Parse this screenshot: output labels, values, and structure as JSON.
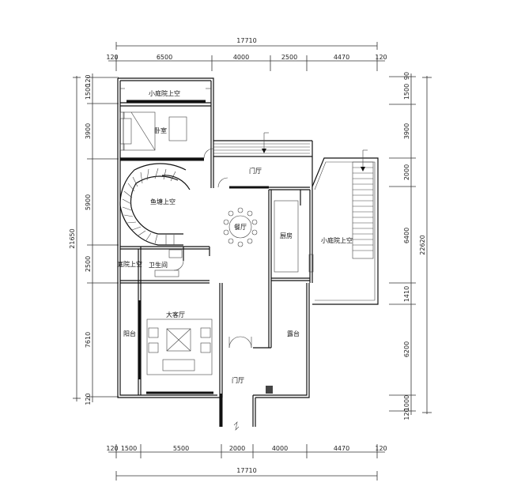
{
  "dimensions": {
    "top_total": "17710",
    "top_left_end": "120",
    "top_right_end": "120",
    "top_segments": [
      "6500",
      "4000",
      "2500",
      "4470"
    ],
    "bottom_total": "17710",
    "bottom_left_end": "120",
    "bottom_right_end": "120",
    "bottom_segments": [
      "1500",
      "5500",
      "2000",
      "4000",
      "4470"
    ],
    "left_total": "21650",
    "left_top_end": "120",
    "left_bottom_end": "120",
    "left_segments": [
      "1500",
      "3900",
      "5900",
      "2500",
      "7610"
    ],
    "right_total": "22620",
    "right_top_end": "90",
    "right_bottom_end": "120",
    "right_segments": [
      "1500",
      "3900",
      "2000",
      "6400",
      "1410",
      "6200",
      "1000"
    ]
  },
  "rooms": {
    "small_courtyard_void_top": "小庭院上空",
    "bedroom": "卧室",
    "entrance_hall_top": "门厅",
    "fish_pond_void": "鱼塘上空",
    "dining_room": "餐厅",
    "kitchen": "厨房",
    "small_courtyard_void_right": "小庭院上空",
    "courtyard_void_left": "庭院上空",
    "bathroom": "卫生间",
    "living_room": "大客厅",
    "balcony": "阳台",
    "terrace": "露台",
    "entrance_hall_bottom": "门厅"
  }
}
